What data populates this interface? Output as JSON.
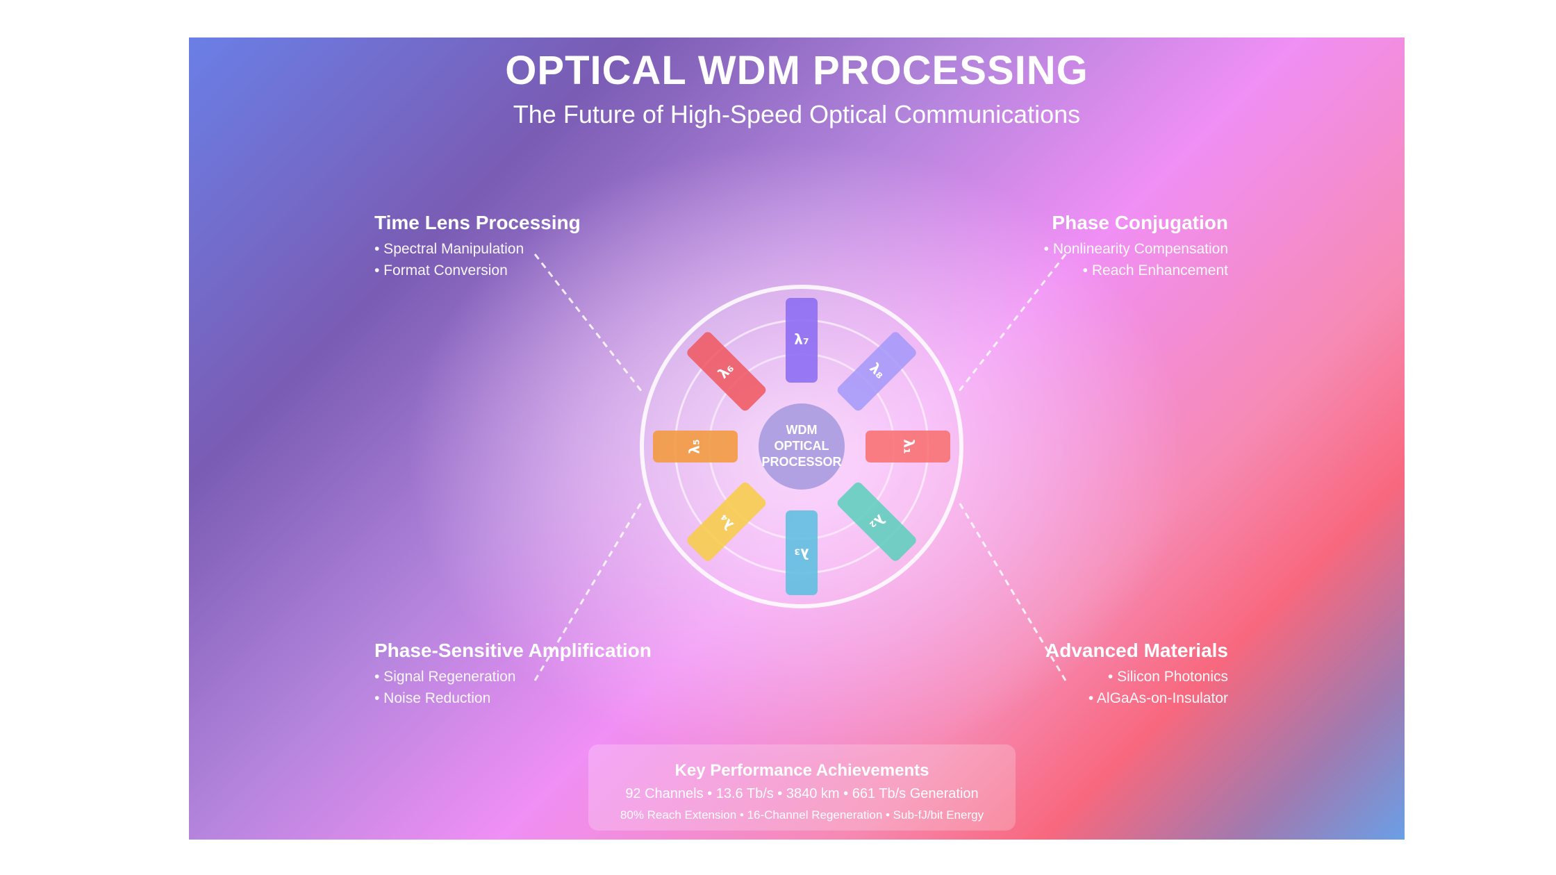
{
  "header": {
    "title": "OPTICAL WDM PROCESSING",
    "subtitle": "The Future of High-Speed Optical Communications"
  },
  "features": {
    "time_lens": {
      "title": "Time Lens Processing",
      "items": [
        "• Spectral Manipulation",
        "• Format Conversion"
      ]
    },
    "phase_conjugation": {
      "title": "Phase Conjugation",
      "items": [
        "• Nonlinearity Compensation",
        "• Reach Enhancement"
      ]
    },
    "psa": {
      "title": "Phase-Sensitive Amplification",
      "items": [
        "• Signal Regeneration",
        "• Noise Reduction"
      ]
    },
    "materials": {
      "title": "Advanced Materials",
      "items": [
        "• Silicon Photonics",
        "• AlGaAs-on-Insulator"
      ]
    }
  },
  "processor": {
    "label_lines": [
      "WDM",
      "OPTICAL",
      "PROCESSOR"
    ],
    "channels": [
      {
        "label": "λ₁",
        "color": "#f87171"
      },
      {
        "label": "λ₂",
        "color": "#5ecfbe"
      },
      {
        "label": "λ₃",
        "color": "#5cbfe0"
      },
      {
        "label": "λ₄",
        "color": "#f7cd4a"
      },
      {
        "label": "λ₅",
        "color": "#f29a3c"
      },
      {
        "label": "λ₆",
        "color": "#ef5a62"
      },
      {
        "label": "λ₇",
        "color": "#8b6cf2"
      },
      {
        "label": "λ₈",
        "color": "#a59af9"
      }
    ]
  },
  "achievements": {
    "title": "Key Performance Achievements",
    "line1": "92 Channels • 13.6 Tb/s • 3840 km • 661 Tb/s Generation",
    "line2": "80% Reach Extension • 16-Channel Regeneration • Sub-fJ/bit Energy"
  }
}
